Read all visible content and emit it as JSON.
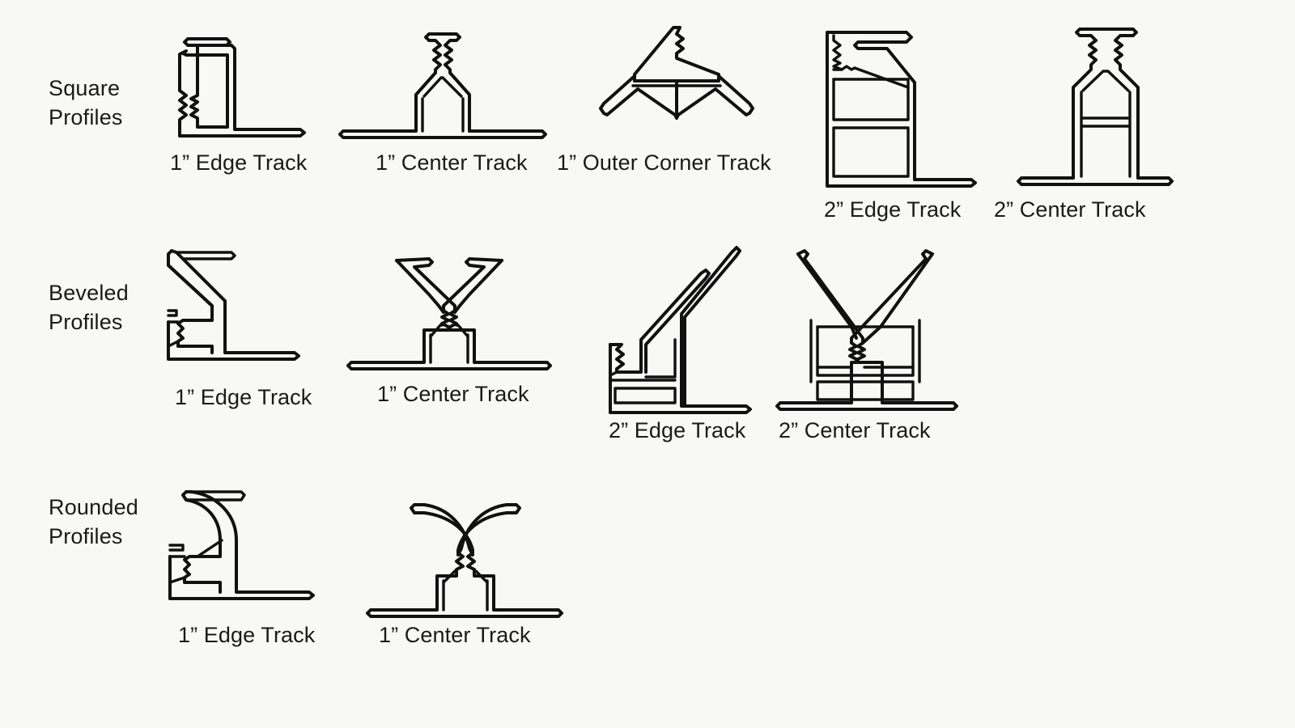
{
  "figure": {
    "background_color": "#f8f8f7",
    "line_color": "#111111"
  },
  "rows": [
    {
      "label": "Square\nProfiles",
      "items": [
        {
          "caption": "1” Edge Track",
          "shape": "square-edge-1in"
        },
        {
          "caption": "1” Center Track",
          "shape": "square-center-1in"
        },
        {
          "caption": "1” Outer Corner Track",
          "shape": "square-outer-corner-1in"
        },
        {
          "caption": "2” Edge Track",
          "shape": "square-edge-2in"
        },
        {
          "caption": "2” Center Track",
          "shape": "square-center-2in"
        }
      ]
    },
    {
      "label": "Beveled\nProfiles",
      "items": [
        {
          "caption": "1” Edge Track",
          "shape": "beveled-edge-1in"
        },
        {
          "caption": "1” Center Track",
          "shape": "beveled-center-1in"
        },
        {
          "caption": "2” Edge Track",
          "shape": "beveled-edge-2in"
        },
        {
          "caption": "2” Center Track",
          "shape": "beveled-center-2in"
        }
      ]
    },
    {
      "label": "Rounded\nProfiles",
      "items": [
        {
          "caption": "1” Edge Track",
          "shape": "rounded-edge-1in"
        },
        {
          "caption": "1” Center Track",
          "shape": "rounded-center-1in"
        }
      ]
    }
  ]
}
